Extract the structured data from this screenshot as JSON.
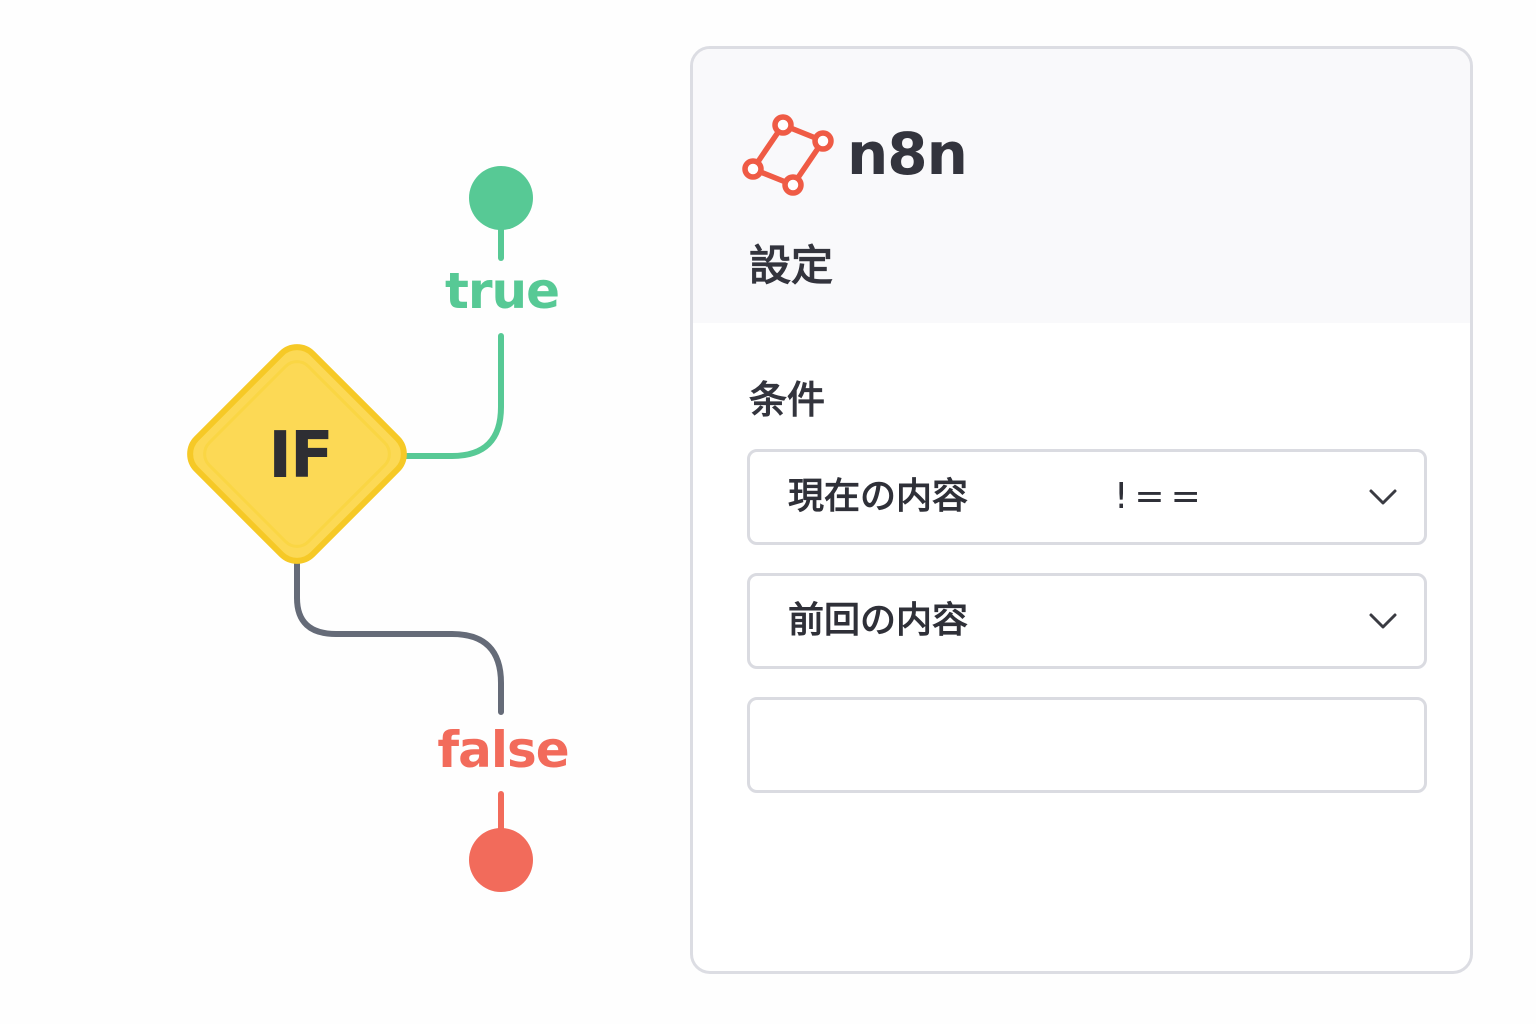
{
  "flow": {
    "if_node_label": "IF",
    "true_label": "true",
    "false_label": "false",
    "colors": {
      "true": "#57c995",
      "false": "#f26b5b",
      "false_line": "#656b78",
      "if_fill": "#fcd955",
      "if_stroke": "#f6c926"
    }
  },
  "panel": {
    "brand": {
      "name": "n8n",
      "logo_icon": "n8n-logo-icon",
      "logo_color": "#ef5b45"
    },
    "title": "設定",
    "condition_label": "条件",
    "condition": {
      "left_value": "現在の内容",
      "operator": "!==",
      "right_value": "前回の内容",
      "extra_value": ""
    }
  }
}
